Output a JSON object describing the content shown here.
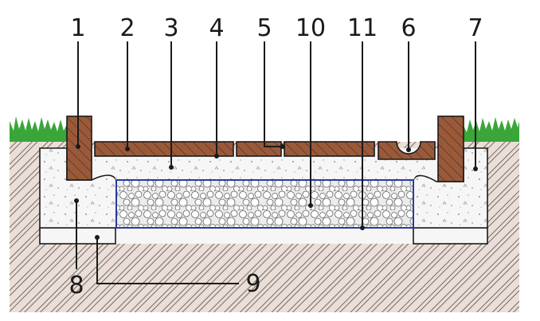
{
  "labels": {
    "l1": "1",
    "l2": "2",
    "l3": "3",
    "l4": "4",
    "l5": "5",
    "l6": "6",
    "l7": "7",
    "l8": "8",
    "l9": "9",
    "l10": "10",
    "l11": "11"
  },
  "colors": {
    "soil_fill": "#eadfd8",
    "soil_hatch": "#5a4a44",
    "grass": "#3aa63a",
    "wood": "#9a5a3a",
    "wood_hatch": "#4a2a1a",
    "concrete": "#f6f6f6",
    "gravel": "#ececec",
    "geotextile": "#2a3aa0"
  }
}
